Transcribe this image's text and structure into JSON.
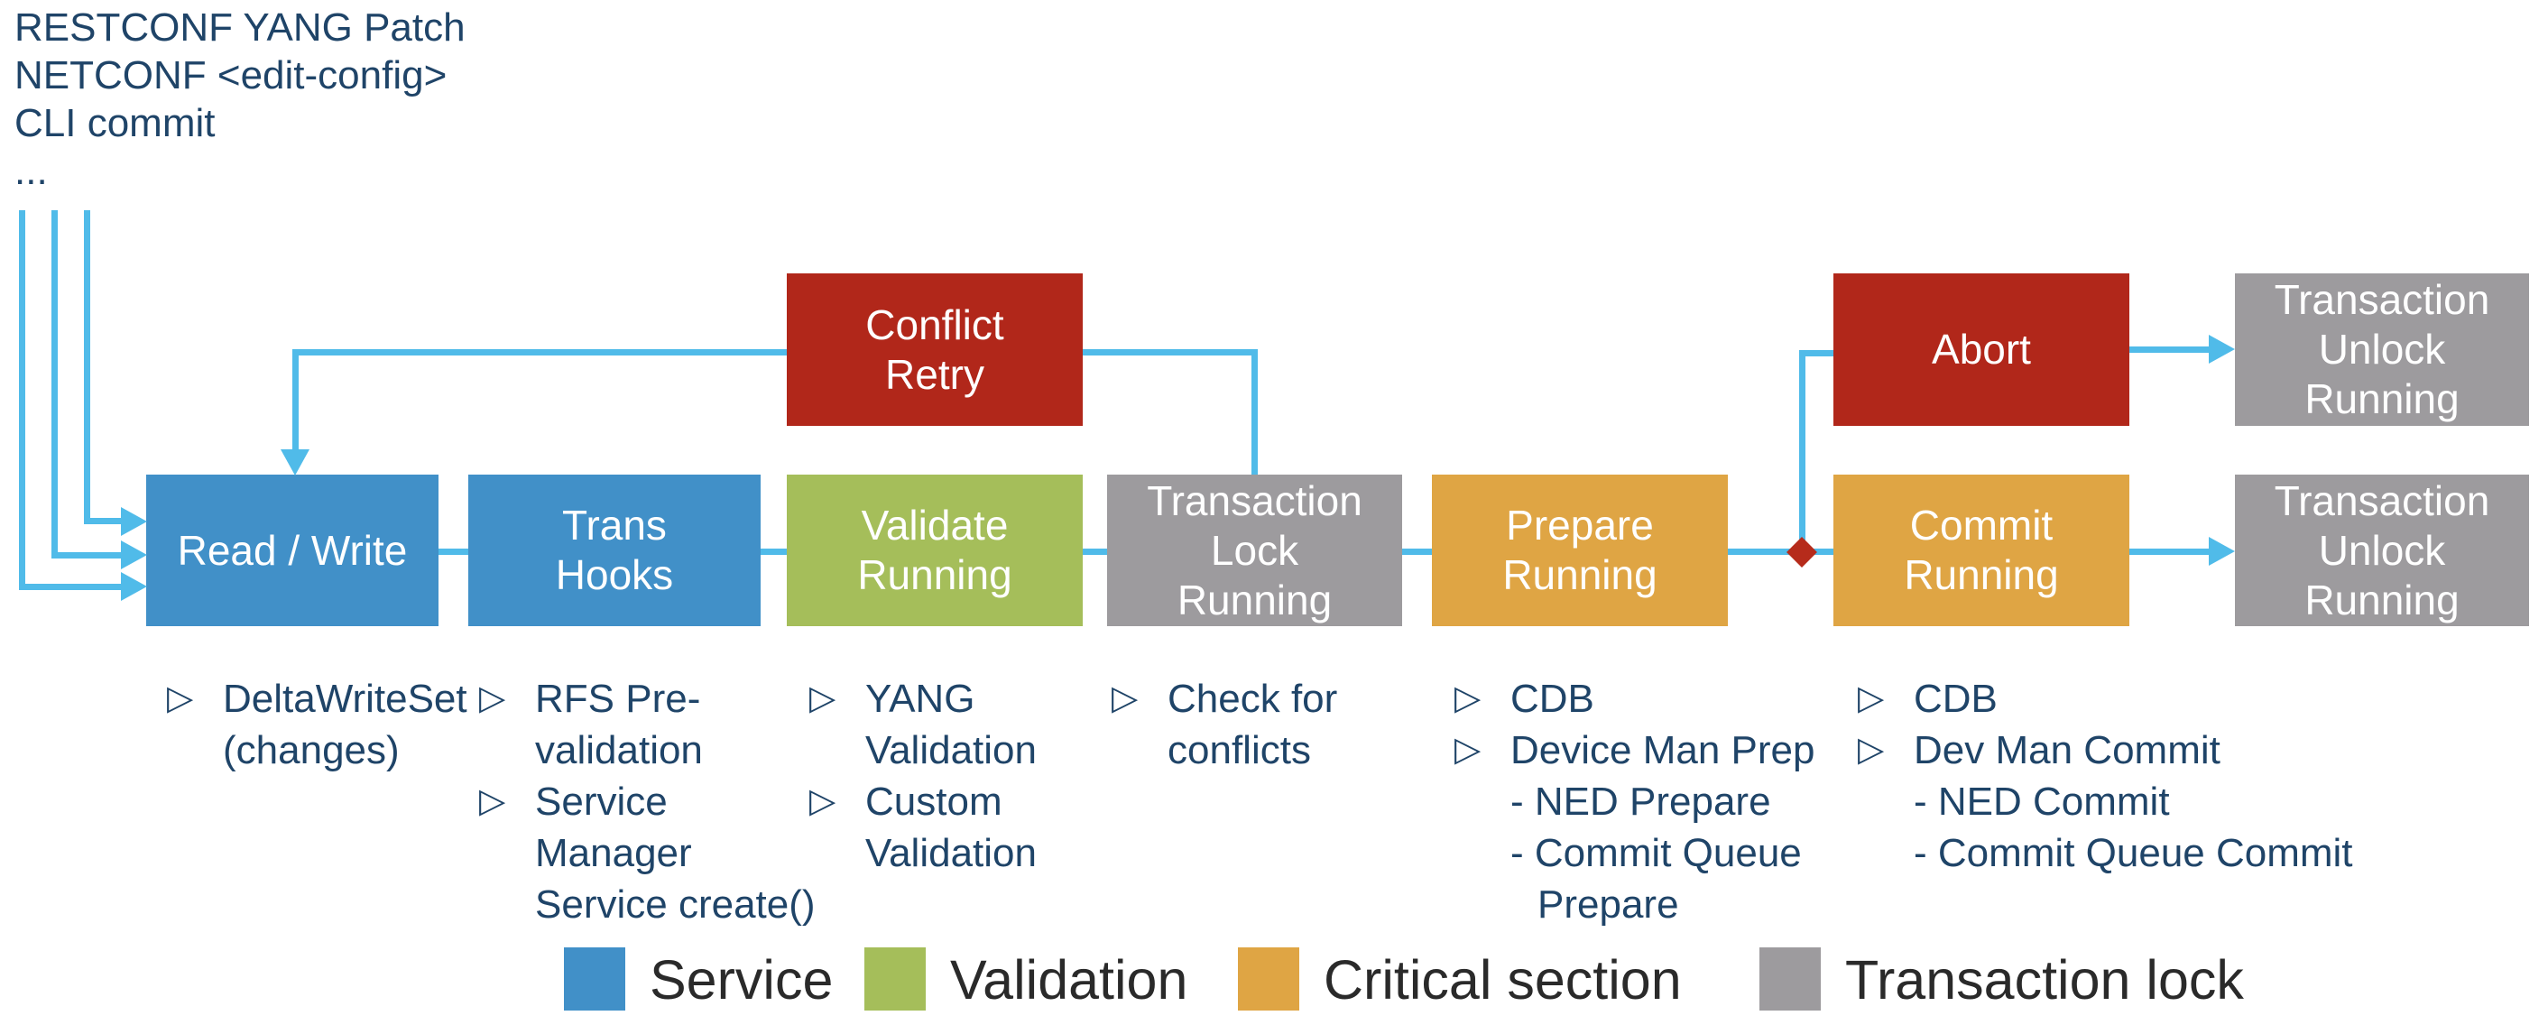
{
  "title_lines": [
    "RESTCONF YANG Patch",
    "NETCONF <edit-config>",
    "CLI commit",
    "..."
  ],
  "bullet_marker": "▷",
  "colors": {
    "service_blue": "#4190C8",
    "validation_green": "#A5BE5A",
    "critical_orange": "#DFA544",
    "transaction_gray": "#9D9B9E",
    "abort_red": "#B1271A",
    "diamond_red": "#B62B1B",
    "arrow_blue": "#50BBE9",
    "text_navy": "#1F4468",
    "legend_text": "#2A2A2A"
  },
  "boxes": {
    "conflict_retry": [
      "Conflict",
      "Retry"
    ],
    "abort": [
      "Abort"
    ],
    "transaction_unlock_top": [
      "Transaction",
      "Unlock",
      "Running"
    ],
    "read_write": [
      "Read / Write"
    ],
    "trans_hooks": [
      "Trans",
      "Hooks"
    ],
    "validate_running": [
      "Validate",
      "Running"
    ],
    "transaction_lock": [
      "Transaction",
      "Lock",
      "Running"
    ],
    "prepare_running": [
      "Prepare",
      "Running"
    ],
    "commit_running": [
      "Commit",
      "Running"
    ],
    "transaction_unlock_bottom": [
      "Transaction",
      "Unlock",
      "Running"
    ]
  },
  "bullets": {
    "read_write": [
      {
        "type": "bullet",
        "text": "DeltaWriteSet"
      },
      {
        "type": "cont",
        "text": "(changes)"
      }
    ],
    "trans_hooks": [
      {
        "type": "bullet",
        "text": "RFS Pre-"
      },
      {
        "type": "cont",
        "text": "validation"
      },
      {
        "type": "bullet",
        "text": "Service"
      },
      {
        "type": "cont",
        "text": "Manager"
      },
      {
        "type": "cont",
        "text": "Service create()"
      }
    ],
    "validate_running": [
      {
        "type": "bullet",
        "text": "YANG"
      },
      {
        "type": "cont",
        "text": "Validation"
      },
      {
        "type": "bullet",
        "text": "Custom"
      },
      {
        "type": "cont",
        "text": "Validation"
      }
    ],
    "transaction_lock": [
      {
        "type": "bullet",
        "text": "Check for"
      },
      {
        "type": "cont",
        "text": "conflicts"
      }
    ],
    "prepare_running": [
      {
        "type": "bullet",
        "text": "CDB"
      },
      {
        "type": "bullet",
        "text": "Device Man Prep"
      },
      {
        "type": "cont",
        "text": "- NED Prepare"
      },
      {
        "type": "cont",
        "text": "- Commit Queue"
      },
      {
        "type": "dashcont",
        "text": "Prepare"
      }
    ],
    "commit_running": [
      {
        "type": "bullet",
        "text": "CDB"
      },
      {
        "type": "bullet",
        "text": "Dev Man Commit"
      },
      {
        "type": "cont",
        "text": "- NED Commit"
      },
      {
        "type": "cont",
        "text": "- Commit Queue Commit"
      }
    ]
  },
  "legend": [
    {
      "label": "Service",
      "color_key": "service_blue"
    },
    {
      "label": "Validation",
      "color_key": "validation_green"
    },
    {
      "label": "Critical section",
      "color_key": "critical_orange"
    },
    {
      "label": "Transaction lock",
      "color_key": "transaction_gray"
    }
  ]
}
